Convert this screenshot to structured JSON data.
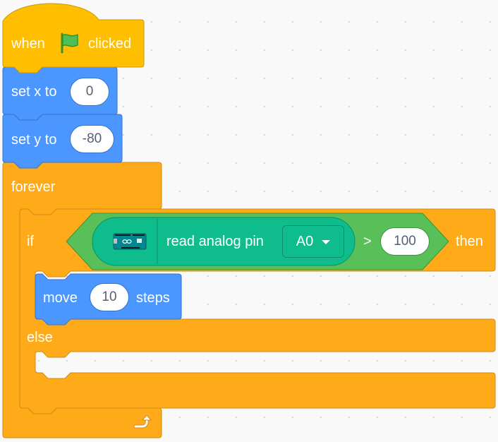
{
  "colors": {
    "events": "#FFBF00",
    "events_border": "#CC9900",
    "motion": "#4C97FF",
    "motion_border": "#3373CC",
    "control": "#FFAB19",
    "control_border": "#CF8B17",
    "operators": "#59C059",
    "operators_border": "#389438",
    "extension": "#0FBD8C",
    "extension_border": "#0B8E69",
    "workspace": "#F9F9F9"
  },
  "hat_block": {
    "label_prefix": "when",
    "icon": "green-flag-icon",
    "label_suffix": "clicked"
  },
  "set_x_block": {
    "label": "set x to",
    "value": "0"
  },
  "set_y_block": {
    "label": "set y to",
    "value": "-80"
  },
  "forever_block": {
    "label": "forever",
    "icon": "loop-arrow-icon"
  },
  "if_else_block": {
    "if_label": "if",
    "then_label": "then",
    "else_label": "else"
  },
  "condition": {
    "operator": ">",
    "right_value": "100"
  },
  "analog_reporter": {
    "icon": "arduino-board-icon",
    "label": "read analog pin",
    "pin_selected": "A0",
    "pin_dropdown_icon": "caret-down-icon"
  },
  "move_block": {
    "label_prefix": "move",
    "value": "10",
    "label_suffix": "steps"
  }
}
